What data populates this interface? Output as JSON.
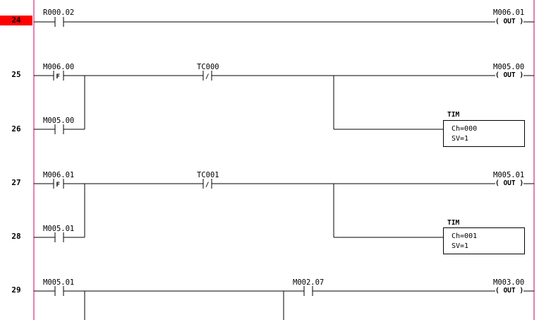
{
  "rungs": [
    {
      "num": "24",
      "active": true
    },
    {
      "num": "25",
      "active": false
    },
    {
      "num": "26",
      "active": false
    },
    {
      "num": "27",
      "active": false
    },
    {
      "num": "28",
      "active": false
    },
    {
      "num": "29",
      "active": false
    }
  ],
  "labels": {
    "r24_contact": "R000.02",
    "r24_out": "M006.01",
    "r25_contact": "M006.00",
    "r25_timer_contact": "TC000",
    "r25_out": "M005.00",
    "r26_contact": "M005.00",
    "r27_contact": "M006.01",
    "r27_timer_contact": "TC001",
    "r27_out": "M005.01",
    "r28_contact": "M005.01",
    "r29_contact1": "M005.01",
    "r29_contact2": "M002.07",
    "r29_out": "M003.00",
    "out_coil": "( OUT )",
    "tim_title": "TIM"
  },
  "timers": [
    {
      "ch": "Ch=000",
      "sv": "SV=1"
    },
    {
      "ch": "Ch=001",
      "sv": "SV=1"
    }
  ],
  "colors": {
    "power_rail": "#cc0066",
    "active_rung": "#ff0000",
    "wire": "#000000"
  },
  "symbols": {
    "falling_edge": "F",
    "negated": "/"
  }
}
